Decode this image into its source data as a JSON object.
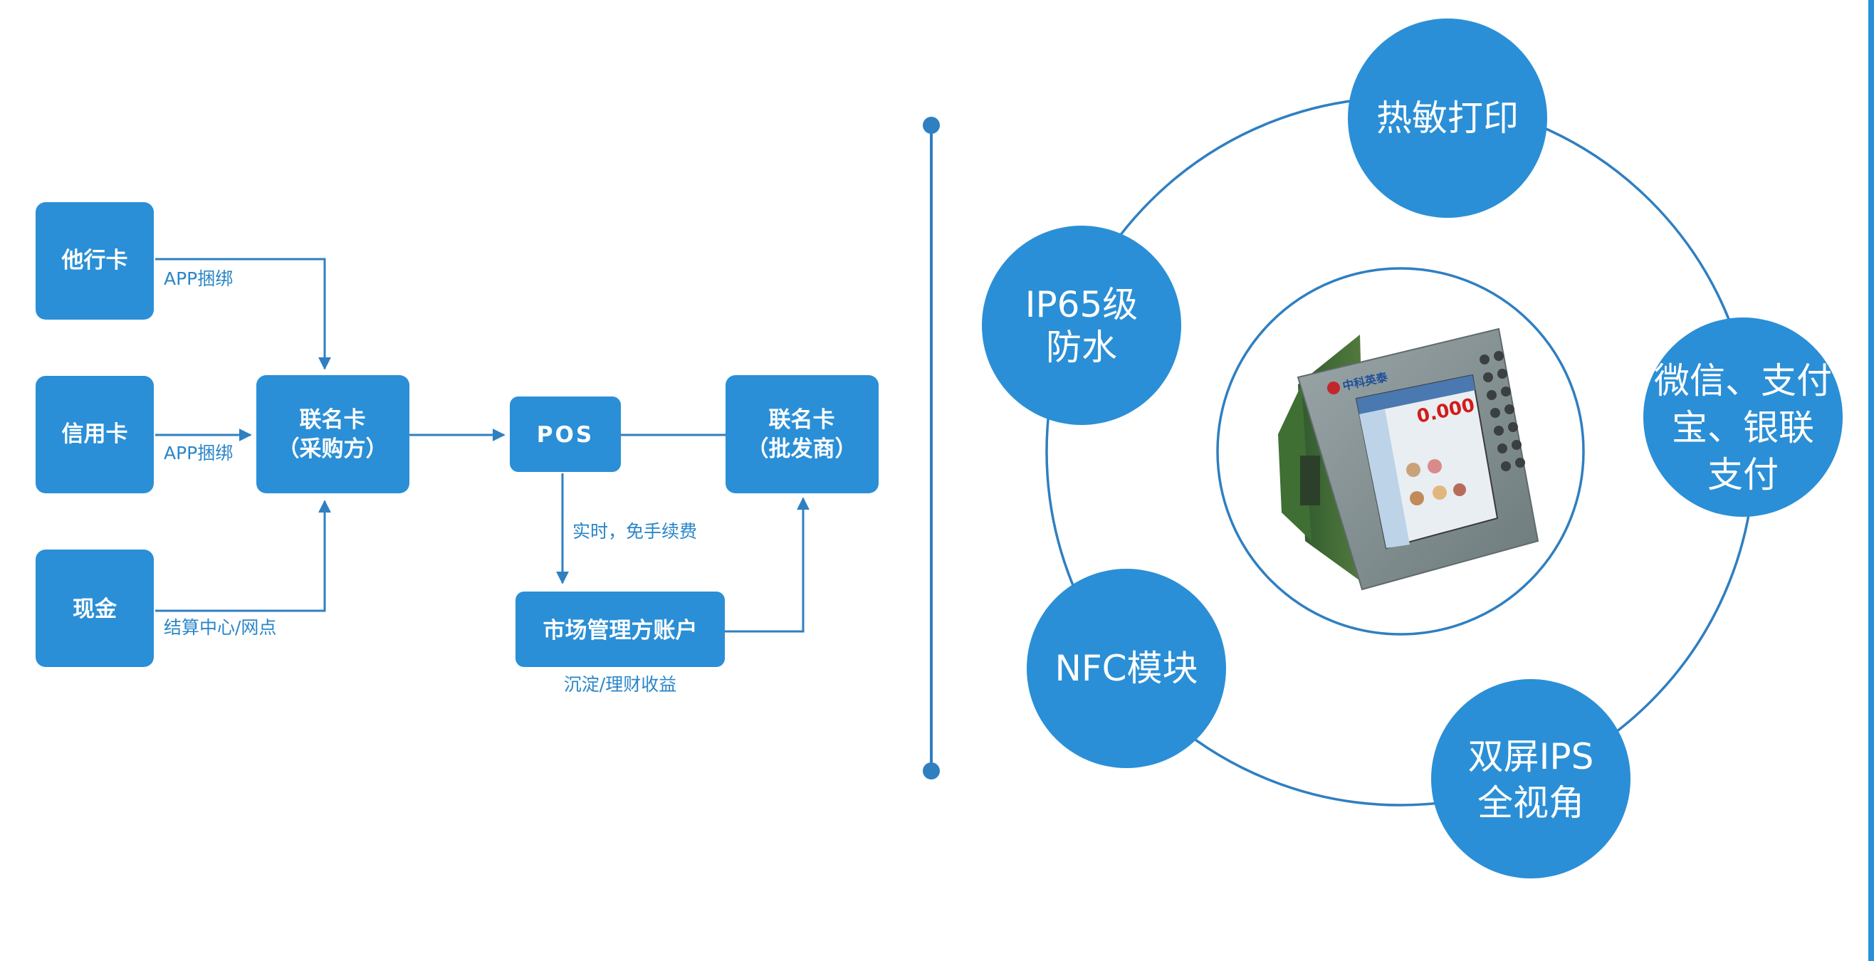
{
  "flow": {
    "nodes": {
      "other_bank_card": "他行卡",
      "credit_card": "信用卡",
      "cash": "现金",
      "cobrand_buyer": [
        "联名卡",
        "（采购方）"
      ],
      "pos": "POS",
      "cobrand_wholesaler": [
        "联名卡",
        "（批发商）"
      ],
      "market_account": "市场管理方账户"
    },
    "edge_labels": {
      "app_bind_1": "APP捆绑",
      "app_bind_2": "APP捆绑",
      "settlement": "结算中心/网点",
      "realtime": "实时，免手续费",
      "deposit": "沉淀/理财收益"
    }
  },
  "features": {
    "thermal_print": [
      "热敏打印"
    ],
    "ip65": [
      "IP65级",
      "防水"
    ],
    "payment": [
      "微信、支付",
      "宝、银联",
      "支付"
    ],
    "nfc": [
      "NFC模块"
    ],
    "dual_screen": [
      "双屏IPS",
      "全视角"
    ]
  },
  "device": {
    "brand_label": "中科英泰",
    "screen_value": "0.000"
  },
  "colors": {
    "primary": "#2a8fd6",
    "line": "#2f7fc1",
    "text_on_primary": "#ffffff"
  }
}
